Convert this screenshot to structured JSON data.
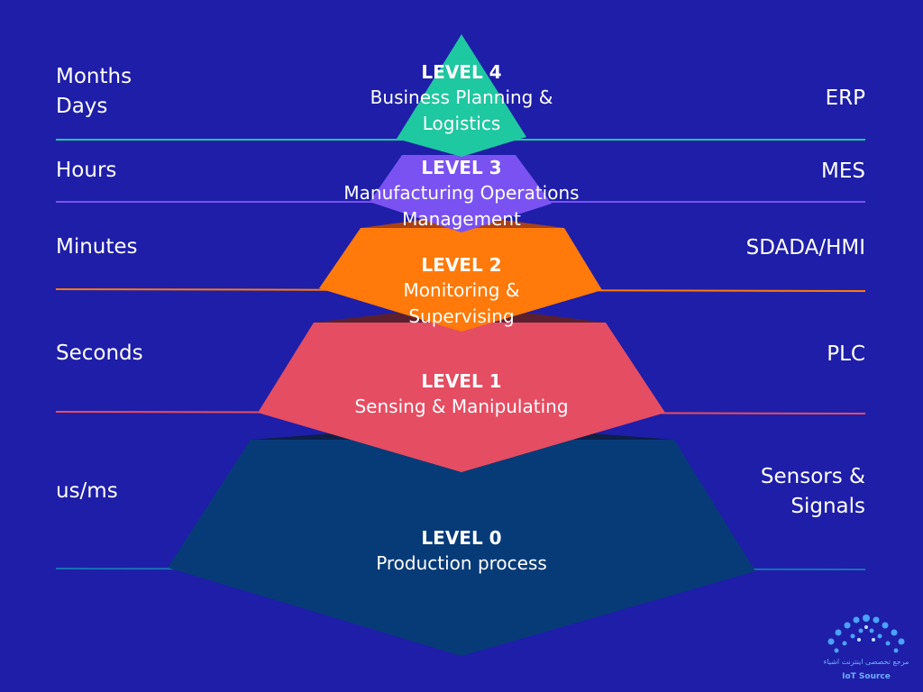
{
  "levels": [
    {
      "title": "LEVEL 4",
      "description": "Business Planning & Logistics",
      "color": "#1ec8a0"
    },
    {
      "title": "LEVEL 3",
      "description": "Manufacturing Operations Management",
      "color": "#7a52f2"
    },
    {
      "title": "LEVEL 2",
      "description": "Monitoring & Supervising",
      "color": "#ff7a0a"
    },
    {
      "title": "LEVEL 1",
      "description": "Sensing & Manipulating",
      "color": "#e54d62"
    },
    {
      "title": "LEVEL 0",
      "description": "Production process",
      "color": "#073b78"
    }
  ],
  "time_scales": {
    "level4_line1": "Months",
    "level4_line2": "Days",
    "level3": "Hours",
    "level2": "Minutes",
    "level1": "Seconds",
    "level0": "us/ms"
  },
  "systems": {
    "level4": "ERP",
    "level3": "MES",
    "level2": "SDADA/HMI",
    "level1": "PLC",
    "level0_line1": "Sensors &",
    "level0_line2": "Signals"
  },
  "logo": {
    "arabic_caption": "مرجع تخصصی اینترنت اشیاء",
    "name": "IoT Source",
    "icon": "iot-dots-logo-icon"
  },
  "colors": {
    "background": "#1e1ea8",
    "divider_level4": "#1ec8a0",
    "divider_level3": "#7a52f2",
    "divider_level2": "#ff7a0a",
    "divider_level1": "#e54d62",
    "divider_level0": "#1a6fb8"
  }
}
